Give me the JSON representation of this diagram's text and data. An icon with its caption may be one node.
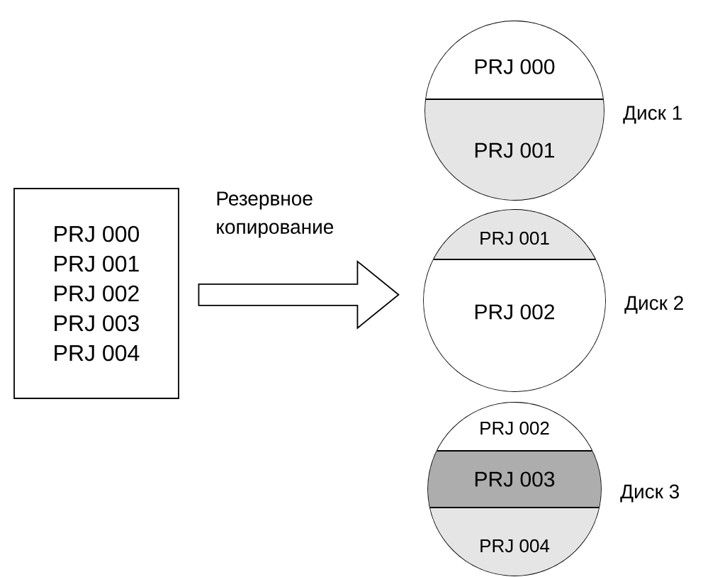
{
  "diagram": {
    "nodes": [
      {
        "text": [
          "PRJ 000",
          "PRJ 001",
          "PRJ 002",
          "PRJ 003",
          "PRJ 004"
        ]
      },
      {
        "text": [],
        "shape": "circle",
        "beside": [
          "Диск 1"
        ]
      },
      {
        "text": [
          "PRJ 000"
        ],
        "in": 1
      },
      {
        "text": [
          "PRJ 001"
        ],
        "in": 1
      },
      {
        "text": [],
        "shape": "circle",
        "beside": [
          "Диск 2"
        ]
      },
      {
        "text": [
          "PRJ 001"
        ],
        "in": 4
      },
      {
        "text": [
          "PRJ 002"
        ],
        "in": 4
      },
      {
        "text": [],
        "shape": "circle",
        "beside": [
          "Диск 3"
        ]
      },
      {
        "text": [
          "PRJ 002"
        ],
        "in": 7
      },
      {
        "text": [
          "PRJ 003"
        ],
        "in": 7
      },
      {
        "text": [
          "PRJ 004"
        ],
        "in": 7
      }
    ],
    "edges": [
      {
        "from": 0,
        "to": 4,
        "arrow": "to",
        "label": "Резервное копирование"
      }
    ]
  }
}
